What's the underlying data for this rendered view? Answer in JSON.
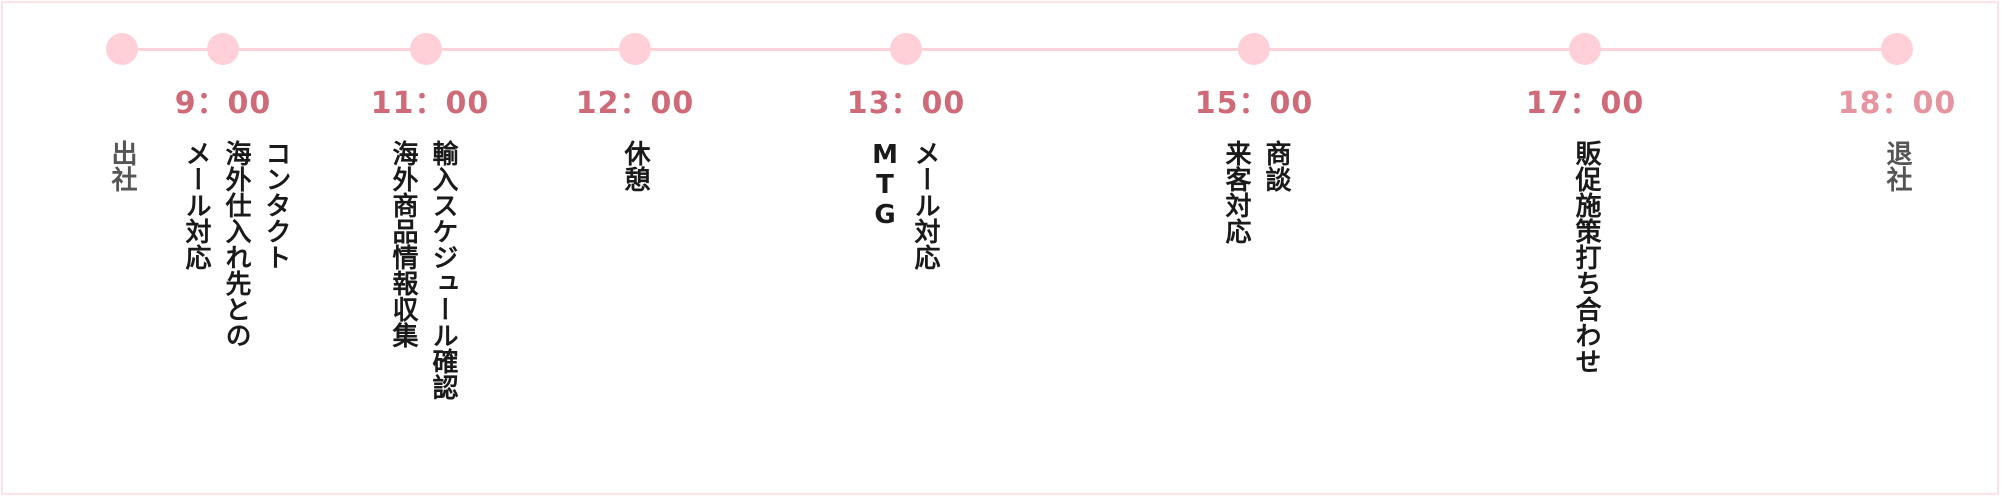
{
  "colors": {
    "line": "#fbd3d9",
    "dot": "#ffd0d8",
    "time": "#cf6a78",
    "time_end": "#e5959f",
    "text": "#1a1a1a",
    "text_muted": "#555555"
  },
  "timeline": {
    "times": [
      {
        "id": "0900",
        "text": "9：00"
      },
      {
        "id": "1100",
        "text": "11：00"
      },
      {
        "id": "1200",
        "text": "12：00"
      },
      {
        "id": "1300",
        "text": "13：00"
      },
      {
        "id": "1500",
        "text": "15：00"
      },
      {
        "id": "1700",
        "text": "17：00"
      },
      {
        "id": "1800",
        "text": "18：00"
      }
    ],
    "events": [
      {
        "id": "start",
        "text": "出社"
      },
      {
        "id": "0900",
        "text": "コンタクト\n海外仕入れ先との\nメール対応"
      },
      {
        "id": "1100",
        "text": "輸入スケジュール確認\n海外商品情報収集"
      },
      {
        "id": "1200",
        "text": "休憩"
      },
      {
        "id": "1300",
        "text": "メール対応\nMTG"
      },
      {
        "id": "1500",
        "text": "商談\n来客対応"
      },
      {
        "id": "1700",
        "text": "販促施策打ち合わせ"
      },
      {
        "id": "1800",
        "text": "退社"
      }
    ]
  }
}
